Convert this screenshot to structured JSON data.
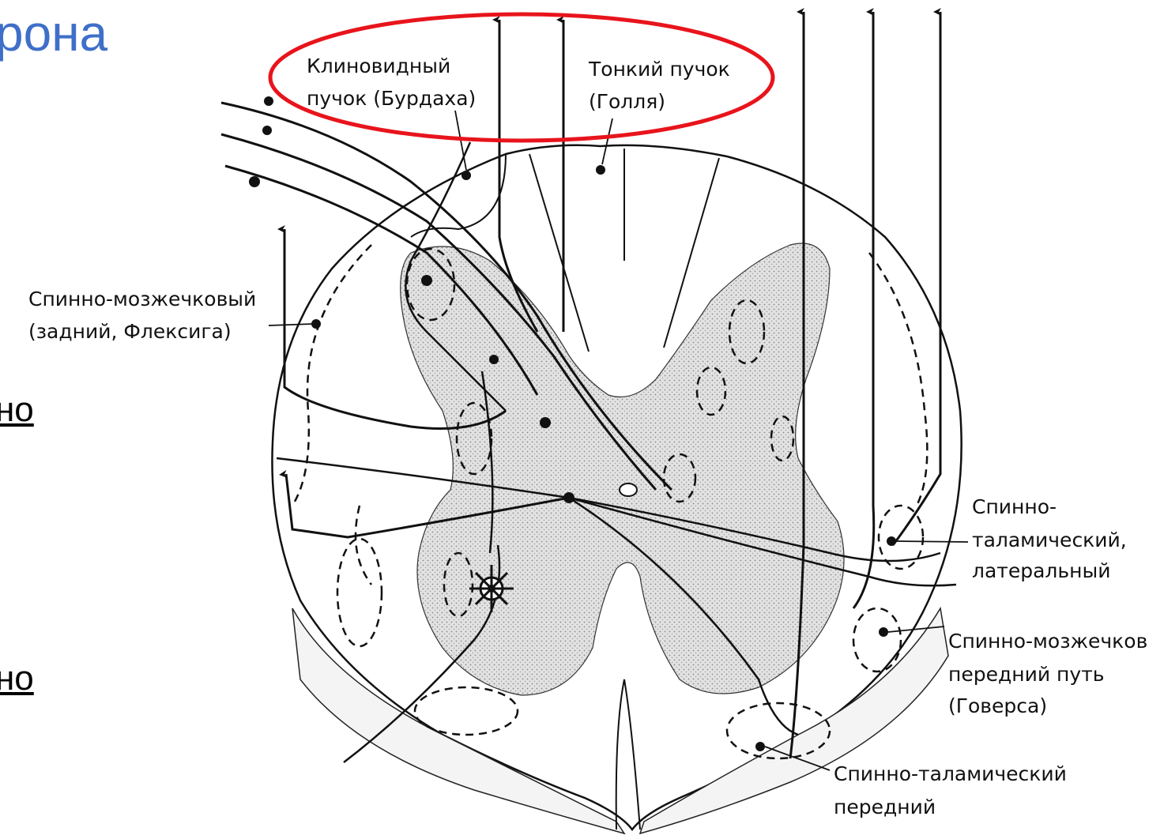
{
  "slide": {
    "title_fragment": "рона",
    "left_fragment_1": "но",
    "left_fragment_2": "но"
  },
  "labels": {
    "burdach_line1": "Клиновидный",
    "burdach_line2": "пучок (Бурдаха)",
    "goll_line1": "Тонкий пучок",
    "goll_line2": "(Голля)",
    "flechsig_line1": "Спинно-мозжечковый",
    "flechsig_line2": "(задний, Флексига)",
    "lateral_st_line1": "Спинно-",
    "lateral_st_line2": "таламический,",
    "lateral_st_line3": "латеральный",
    "gowers_line1": "Спинно-мозжечков",
    "gowers_line2": "передний путь",
    "gowers_line3": "(Говерса)",
    "anterior_st_line1": "Спинно-таламический",
    "anterior_st_line2": "передний"
  },
  "colors": {
    "title": "#3f6fc8",
    "highlight_ellipse": "#e8141c",
    "gray_matter": "#d9d9d9"
  }
}
